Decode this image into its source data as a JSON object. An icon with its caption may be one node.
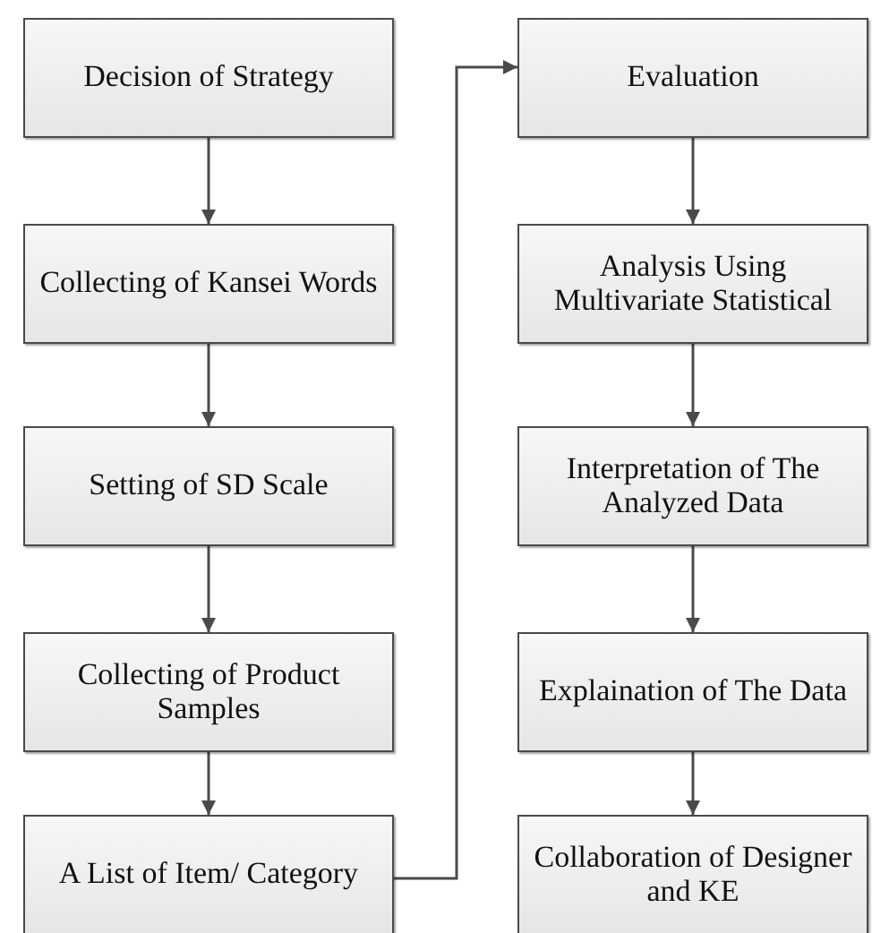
{
  "diagram": {
    "nodes": [
      {
        "text": [
          "Decision of Strategy"
        ]
      },
      {
        "text": [
          "Collecting of Kansei Words"
        ]
      },
      {
        "text": [
          "Setting of SD Scale"
        ]
      },
      {
        "text": [
          "Collecting of Product Samples"
        ]
      },
      {
        "text": [
          "A List of Item/ Category"
        ]
      },
      {
        "text": [
          "Evaluation"
        ]
      },
      {
        "text": [
          "Analysis Using Multivariate Statistical"
        ]
      },
      {
        "text": [
          "Interpretation of The Analyzed Data"
        ]
      },
      {
        "text": [
          "Explaination of The Data"
        ]
      },
      {
        "text": [
          "Collaboration of Designer and KE"
        ]
      }
    ],
    "edges": [
      {
        "from": 0,
        "to": 1,
        "arrow": "to"
      },
      {
        "from": 1,
        "to": 2,
        "arrow": "to"
      },
      {
        "from": 2,
        "to": 3,
        "arrow": "to"
      },
      {
        "from": 3,
        "to": 4,
        "arrow": "to"
      },
      {
        "from": 4,
        "to": 5,
        "arrow": "to"
      },
      {
        "from": 5,
        "to": 6,
        "arrow": "to"
      },
      {
        "from": 6,
        "to": 7,
        "arrow": "to"
      },
      {
        "from": 7,
        "to": 8,
        "arrow": "to"
      },
      {
        "from": 8,
        "to": 9,
        "arrow": "to"
      }
    ]
  }
}
